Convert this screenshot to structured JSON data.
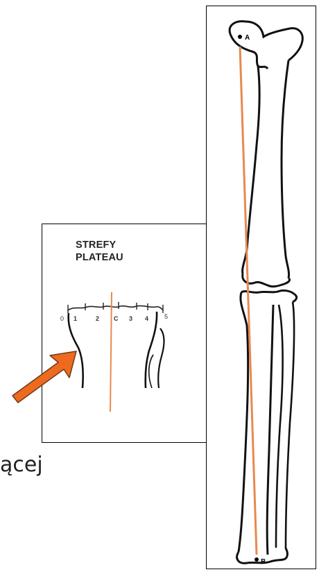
{
  "inset": {
    "title_line1": "STREFY",
    "title_line2": "PLATEAU",
    "zone_labels": [
      "0",
      "1",
      "2",
      "C",
      "3",
      "4",
      "5"
    ]
  },
  "leg": {
    "point_a": "A",
    "point_b": "B"
  },
  "caption_fragment": "ącej",
  "colors": {
    "axis_line": "#E8894E",
    "arrow": "#EE6A1E",
    "outline": "#000000"
  },
  "icons": [
    "arrow-pointer"
  ]
}
